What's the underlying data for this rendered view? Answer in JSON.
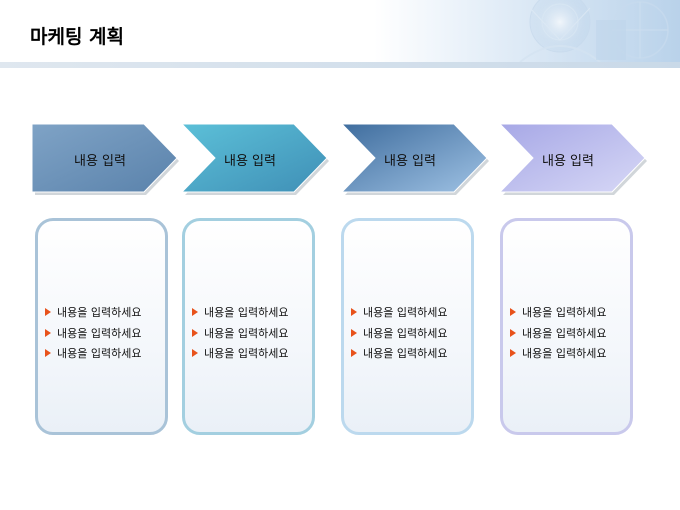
{
  "title": "마케팅 계획",
  "steps": [
    {
      "label": "내용 입력",
      "color_top": "#7fa3c6",
      "color_bottom": "#5a82ab",
      "box_border": "#a9c3d8",
      "items": [
        "내용을 입력하세요",
        "내용을 입력하세요",
        "내용을 입력하세요"
      ]
    },
    {
      "label": "내용 입력",
      "color_top": "#5cc0d8",
      "color_bottom": "#3f8fb6",
      "box_border": "#a3cfe0",
      "items": [
        "내용을 입력하세요",
        "내용을 입력하세요",
        "내용을 입력하세요"
      ]
    },
    {
      "label": "내용 입력",
      "color_top": "#3f6d9e",
      "color_bottom": "#9fc2e4",
      "box_border": "#bcd9ee",
      "items": [
        "내용을 입력하세요",
        "내용을 입력하세요",
        "내용을 입력하세요"
      ]
    },
    {
      "label": "내용 입력",
      "color_top": "#a7a8e6",
      "color_bottom": "#d7d8f6",
      "box_border": "#c9c9ec",
      "items": [
        "내용을 입력하세요",
        "내용을 입력하세요",
        "내용을 입력하세요"
      ]
    }
  ],
  "bullet_icon": "orange-triangle-bullet-icon"
}
